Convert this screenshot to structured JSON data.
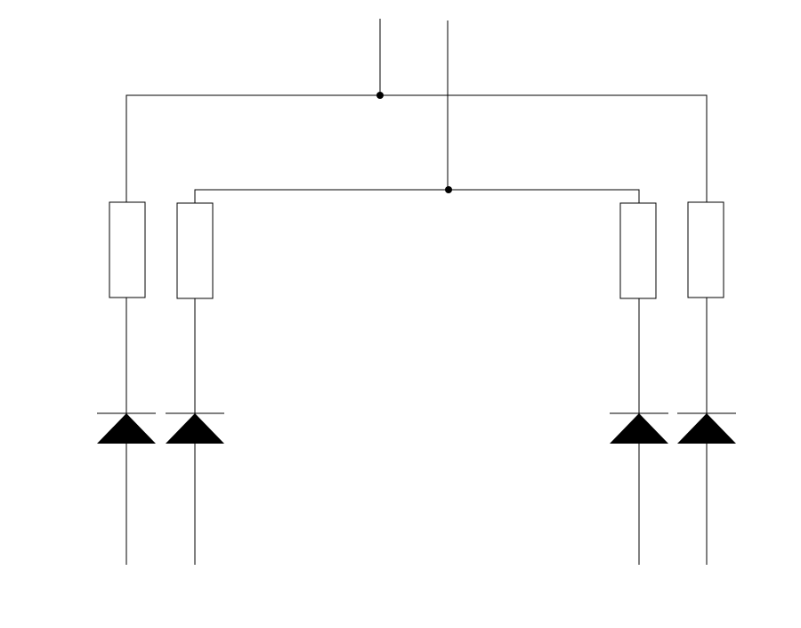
{
  "diagram": {
    "type": "circuit-schematic",
    "colors": {
      "line": "#000000",
      "background": "#ffffff"
    },
    "inputs": [
      {
        "id": "input-a",
        "feeds_bus": "outer-bus"
      },
      {
        "id": "input-b",
        "feeds_bus": "inner-bus"
      }
    ],
    "buses": [
      {
        "id": "outer-bus",
        "branches": [
          "branch-1",
          "branch-4"
        ]
      },
      {
        "id": "inner-bus",
        "branches": [
          "branch-2",
          "branch-3"
        ]
      }
    ],
    "branches": [
      {
        "id": "branch-1",
        "components": [
          "resistor",
          "diode"
        ],
        "diode_direction": "up"
      },
      {
        "id": "branch-2",
        "components": [
          "resistor",
          "diode"
        ],
        "diode_direction": "up"
      },
      {
        "id": "branch-3",
        "components": [
          "resistor",
          "diode"
        ],
        "diode_direction": "up"
      },
      {
        "id": "branch-4",
        "components": [
          "resistor",
          "diode"
        ],
        "diode_direction": "up"
      }
    ],
    "junction_count": 2
  }
}
